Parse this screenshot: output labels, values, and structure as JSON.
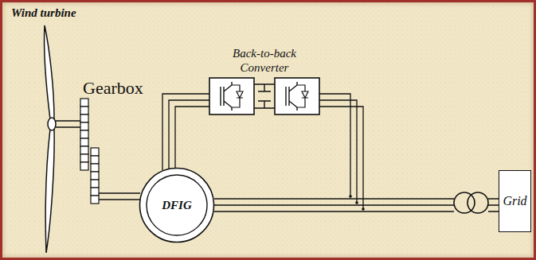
{
  "diagram": {
    "nodes": [
      {
        "text": [
          "DFIG"
        ]
      },
      {
        "text": [
          "Grid"
        ]
      }
    ],
    "edges": [
      {
        "from": 0,
        "to": 1,
        "arrow": "none"
      }
    ],
    "labels": [
      "Wind turbine",
      "Gearbox",
      "Back-to-back Converter"
    ]
  }
}
